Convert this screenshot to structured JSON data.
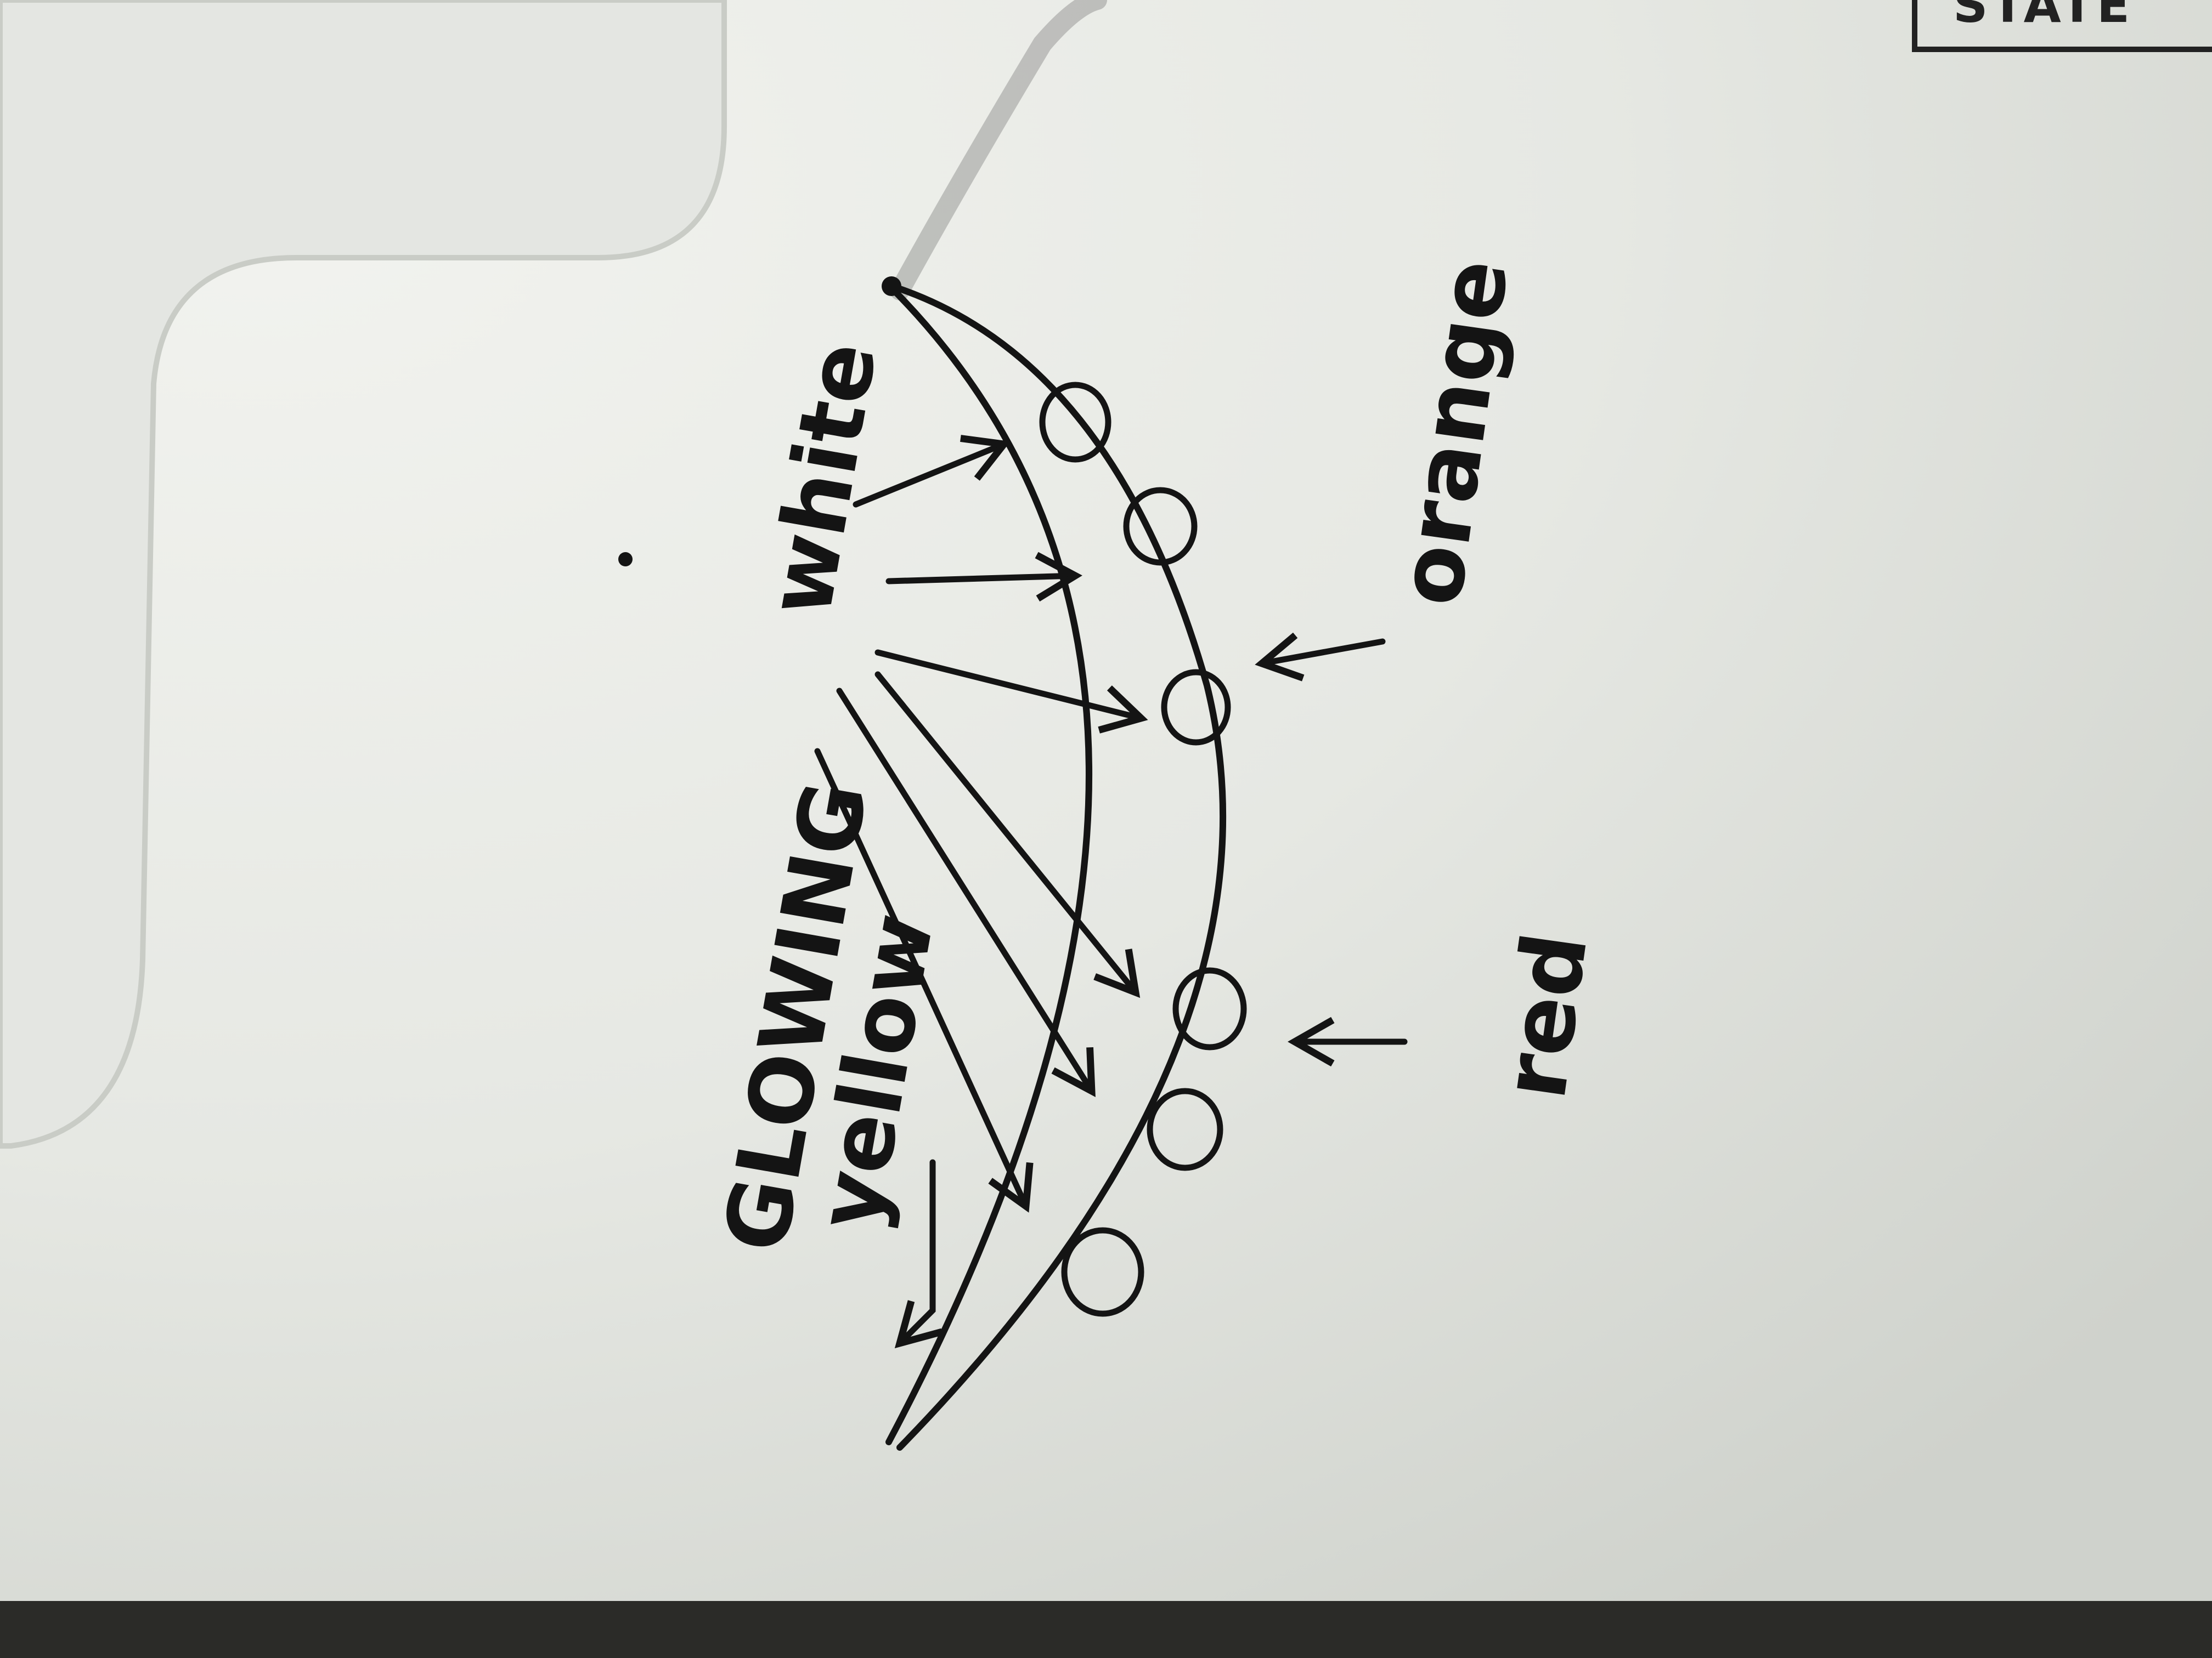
{
  "labels": {
    "stamp": "STATE",
    "white": "white",
    "orange": "orange",
    "red": "red",
    "glowing": "GLOWING",
    "yellow": "yellow"
  },
  "colors": {
    "paper": "#e9ebe7",
    "ink": "#141414",
    "table": "#2b2b28"
  }
}
